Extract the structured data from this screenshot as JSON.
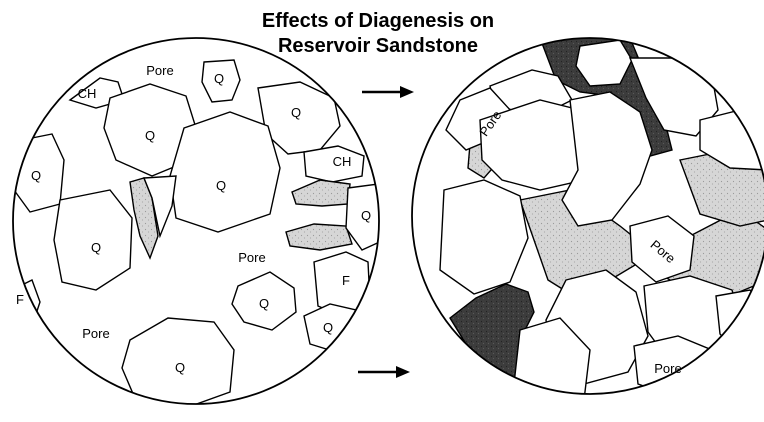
{
  "title": {
    "line1": "Effects of Diagenesis on",
    "line2": "Reservoir Sandstone"
  },
  "left_section": {
    "grain_labels": [
      "CH",
      "Pore",
      "Q",
      "Q",
      "Q",
      "Q",
      "Q",
      "CH",
      "Q",
      "Q",
      "Pore",
      "F",
      "Q",
      "F",
      "Pore",
      "Q",
      "Q"
    ]
  },
  "right_section": {
    "grain_labels": [
      "Pore",
      "Pore",
      "Pore"
    ]
  },
  "colors": {
    "outline": "#000000",
    "light_cement": "#d8d8d8",
    "dark_cement": "#3a3a3a",
    "background": "#ffffff"
  }
}
